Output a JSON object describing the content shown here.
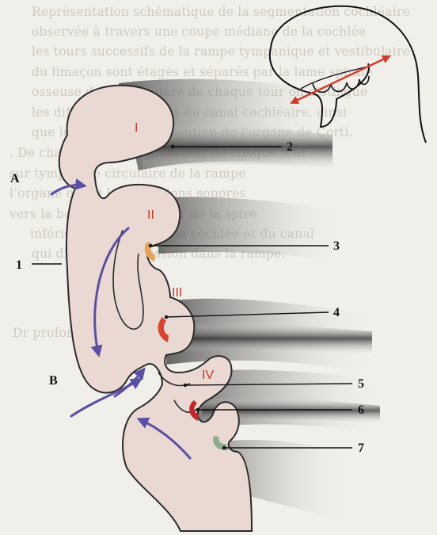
{
  "background_text": [
    "Représentation schématique de la segmentation cochléaire",
    "observée à travers une coupe médiane de la cochlée",
    "les tours successifs de la rampe tympanique et vestibulaire",
    "du limaçon sont étagés et séparés par la lame spirale",
    "osseuse dans la lumière de chaque tour on distingue",
    "les différentes portions du canal cochléaire, ainsi",
    "que les structures de soutien de l'organe de Corti.",
    ". De chaque côté, les pressions de chaque tour",
    "sur tympanale circulaire de la rampe",
    "l’organe établi les vibrations sonores",
    "vers la base de chaque tour de la spire",
    "inférieur supérieur de la cochlée et du canal",
    "qui distribue la pression dans la rampe.",
    "Dr profondeurs"
  ],
  "turn_numerals": [
    "I",
    "II",
    "III",
    "IV"
  ],
  "letter_labels": [
    "A",
    "B"
  ],
  "callout_labels": [
    "1",
    "2",
    "3",
    "4",
    "5",
    "6",
    "7"
  ],
  "colors": {
    "background": "#f1efe9",
    "tissue_fill": "#ead9d3",
    "outline": "#2a2a2a",
    "arrow_blue": "#5b4fa2",
    "roman_red": "#c3392b",
    "marker_orange": "#e5a35a",
    "marker_red": "#d9442f",
    "marker_crimson": "#c0292b",
    "marker_green": "#8fae8f",
    "inset_arrow_red": "#d43a2c"
  },
  "icons": [
    "curved-arrow-icon",
    "double-headed-arrow-icon"
  ]
}
